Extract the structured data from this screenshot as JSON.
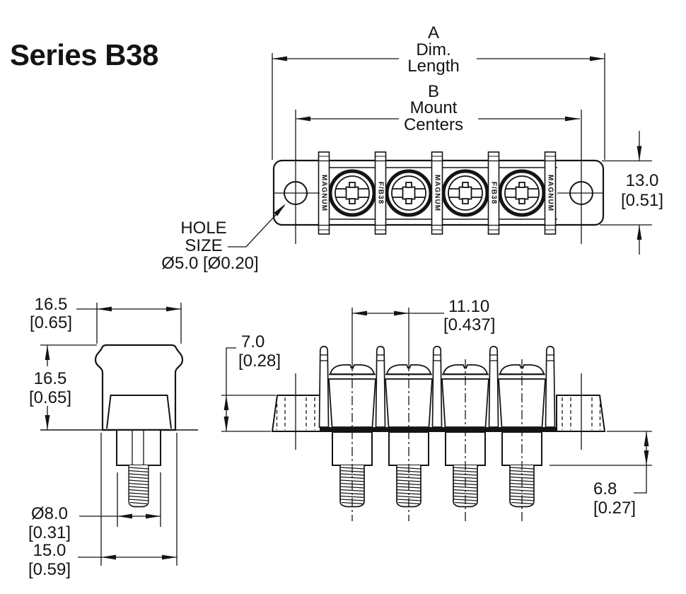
{
  "title": "Series B38",
  "colors": {
    "ink": "#141414",
    "paper": "#ffffff"
  },
  "top_view": {
    "dim_length": {
      "l1": "A",
      "l2": "Dim.",
      "l3": "Length"
    },
    "dim_mount_centers": {
      "l1": "B",
      "l2": "Mount",
      "l3": "Centers"
    },
    "dim_height": {
      "mm": "13.0",
      "inch": "[0.51]"
    },
    "hole_callout": {
      "l1": "HOLE",
      "l2": "SIZE",
      "l3": "Ø5.0 [Ø0.20]"
    },
    "molded_labels": [
      "MAGNUM",
      "F/B38",
      "MAGNUM",
      "F/B38",
      "MAGNUM"
    ]
  },
  "side_view": {
    "dim_width": {
      "mm": "16.5",
      "inch": "[0.65]"
    },
    "dim_height": {
      "mm": "16.5",
      "inch": "[0.65]"
    },
    "dim_stud_dia": {
      "mm": "Ø8.0",
      "inch": "[0.31]"
    },
    "dim_base_width": {
      "mm": "15.0",
      "inch": "[0.59]"
    }
  },
  "front_view": {
    "dim_mount_height": {
      "mm": "7.0",
      "inch": "[0.28]"
    },
    "dim_terminal_centers": {
      "mm": "11.10",
      "inch": "[0.437]"
    },
    "dim_stud_length": {
      "mm": "6.8",
      "inch": "[0.27]"
    }
  }
}
